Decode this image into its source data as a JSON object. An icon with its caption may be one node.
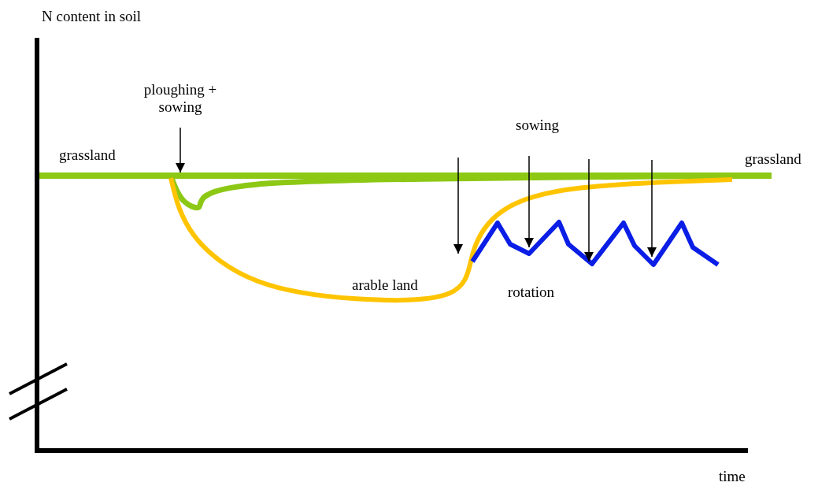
{
  "diagram": {
    "labels": [
      "N content in soil",
      "ploughing + sowing",
      "grassland",
      "sowing",
      "grassland",
      "arable land",
      "rotation",
      "time"
    ]
  }
}
